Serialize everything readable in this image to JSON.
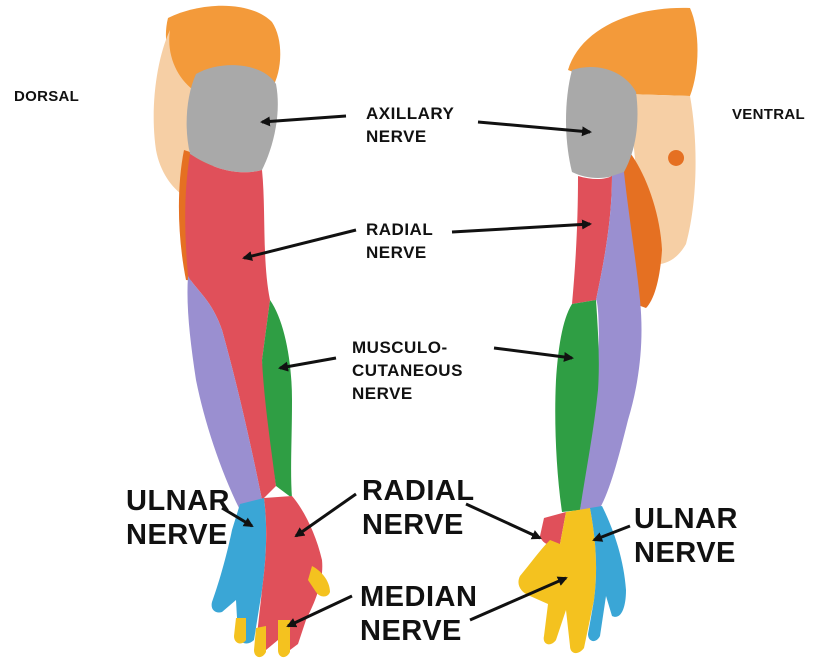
{
  "views": {
    "dorsal": "DORSAL",
    "ventral": "VENTRAL"
  },
  "labels": {
    "axillary": [
      "AXILLARY",
      "NERVE"
    ],
    "radial_upper": [
      "RADIAL",
      "NERVE"
    ],
    "musculo": [
      "MUSCULO-",
      "CUTANEOUS",
      "NERVE"
    ],
    "ulnar_left": [
      "ULNAR",
      "NERVE"
    ],
    "radial_hand": [
      "RADIAL",
      "NERVE"
    ],
    "median": [
      "MEDIAN",
      "NERVE"
    ],
    "ulnar_right": [
      "ULNAR",
      "NERVE"
    ]
  },
  "colors": {
    "shoulder": "#f39a3a",
    "axillary": "#a9a9a9",
    "radial": "#e0505a",
    "musculocutaneous": "#2f9e44",
    "ulnar_forearm": "#9a8fd0",
    "ulnar_hand": "#3aa6d6",
    "median": "#f4c21f",
    "lateral": "#e57022",
    "skin": "#f6cfa5"
  }
}
